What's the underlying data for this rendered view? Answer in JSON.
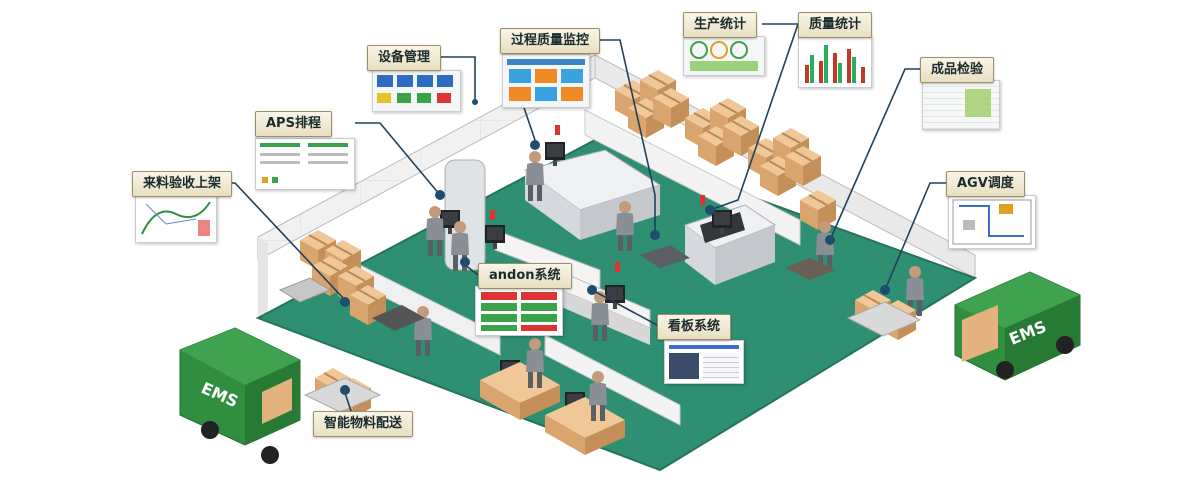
{
  "labels": {
    "equipment": "设备管理",
    "process_quality": "过程质量监控",
    "production_stats": "生产统计",
    "quality_stats": "质量统计",
    "finished_inspection": "成品检验",
    "aps": "APS排程",
    "receiving": "来料验收上架",
    "agv": "AGV调度",
    "andon": "andon系统",
    "kanban": "看板系统",
    "material_delivery": "智能物料配送"
  },
  "trucks": {
    "left_text": "EMS",
    "right_text": "EMS"
  },
  "colors": {
    "floor": "#2e8f72",
    "wall": "#f0f0f0",
    "box": "#e3b27f",
    "truck": "#2f8f3f",
    "leader": "#20415c"
  }
}
